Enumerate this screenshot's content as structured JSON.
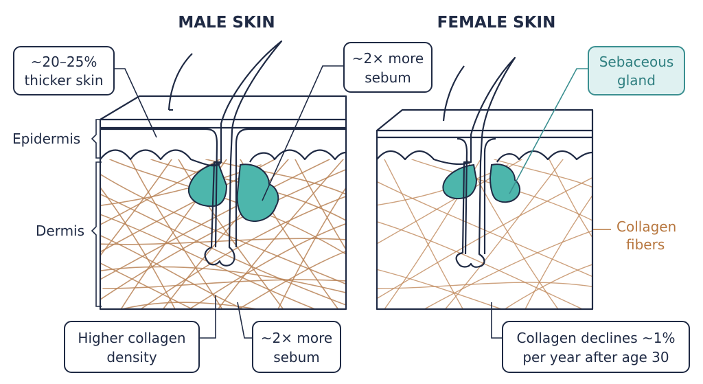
{
  "panels": {
    "male": {
      "title": "MALE SKIN",
      "layer_epidermis": "Epidermis",
      "layer_dermis": "Dermis",
      "callout_thickness": [
        "~20–25%",
        "thicker skin"
      ],
      "callout_sebum_top": [
        "~2× more",
        "sebum"
      ],
      "callout_collagen": [
        "Higher collagen",
        "density"
      ],
      "callout_sebum_bottom": [
        "~2× more",
        "sebum"
      ]
    },
    "female": {
      "title": "FEMALE SKIN",
      "callout_gland": [
        "Sebaceous",
        "gland"
      ],
      "label_collagen": [
        "Collagen",
        "fibers"
      ],
      "callout_decline": [
        "Collagen declines ~1%",
        "per year after age 30"
      ]
    }
  },
  "colors": {
    "outline": "#1f2a44",
    "sebum": "#4db6ac",
    "collagen": "#b98356",
    "gland_callout_fill": "#dff1f1",
    "collagen_label": "#b7773f"
  }
}
